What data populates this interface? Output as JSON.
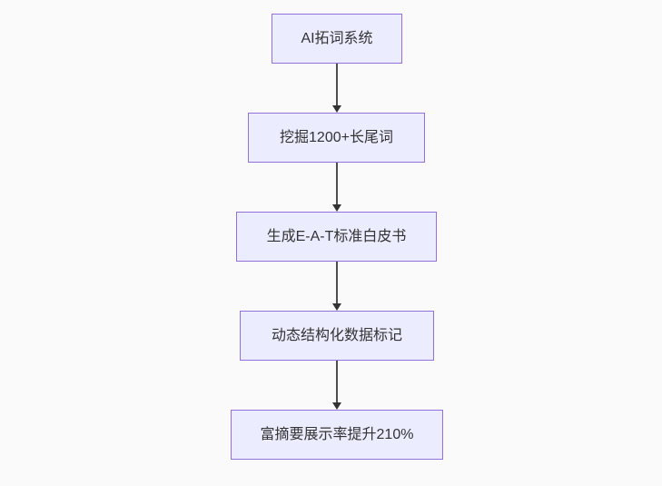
{
  "diagram": {
    "type": "flowchart",
    "direction": "top-down",
    "nodes": [
      {
        "id": "A",
        "label": "AI拓词系统"
      },
      {
        "id": "B",
        "label": "挖掘1200+长尾词"
      },
      {
        "id": "C",
        "label": "生成E-A-T标准白皮书"
      },
      {
        "id": "D",
        "label": "动态结构化数据标记"
      },
      {
        "id": "E",
        "label": "富摘要展示率提升210%"
      }
    ],
    "edges": [
      {
        "from": "A",
        "to": "B"
      },
      {
        "from": "B",
        "to": "C"
      },
      {
        "from": "C",
        "to": "D"
      },
      {
        "from": "D",
        "to": "E"
      }
    ],
    "colors": {
      "node_fill": "#ECECFF",
      "node_border": "#9370DB",
      "text": "#333333",
      "edge": "#333333",
      "background": "#fafafa"
    }
  }
}
